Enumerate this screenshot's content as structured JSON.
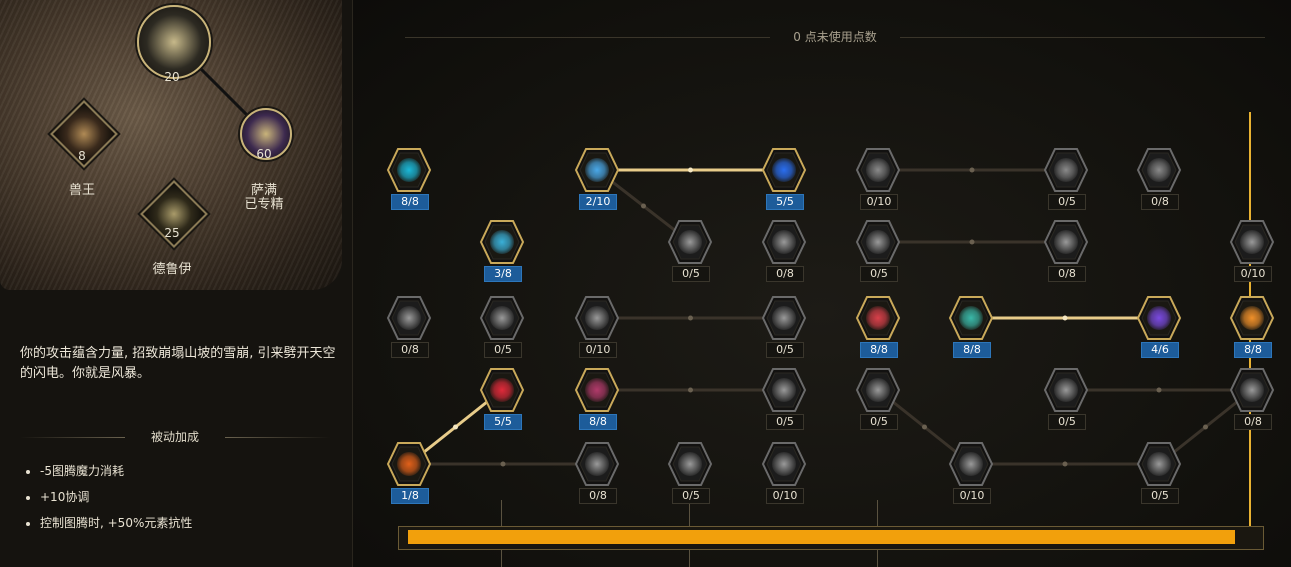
{
  "header": {
    "unused_points": "0 点未使用点数"
  },
  "classes": [
    {
      "name": "",
      "level": "20",
      "color": "#2d2a22",
      "accent": "#c7b98a",
      "icon": "antler-skull-icon"
    },
    {
      "name": "兽王",
      "level": "8",
      "color": "#3a2a1c",
      "accent": "#b08a55",
      "icon": "beastmaster-icon"
    },
    {
      "name": "萨满",
      "sub": "已专精",
      "level": "60",
      "color": "#3d2a4f",
      "accent": "#c9b47a",
      "icon": "shaman-storm-icon"
    },
    {
      "name": "德鲁伊",
      "level": "25",
      "color": "#2f2a1a",
      "accent": "#a99b6a",
      "icon": "druid-icon"
    }
  ],
  "skill": {
    "description": "你的攻击蕴含力量, 招致崩塌山坡的雪崩, 引来劈开天空的闪电。你就是风暴。",
    "passive_title": "被动加成",
    "passives": [
      "-5图腾魔力消耗",
      "+10协调",
      "控制图腾时, +50%元素抗性"
    ]
  },
  "nodes": [
    {
      "id": "n1",
      "rank": "8/8",
      "active": true,
      "col": 0,
      "row": 0,
      "color": "#1bb8d8",
      "icon": "cyan-pillar-icon"
    },
    {
      "id": "n2",
      "rank": "2/10",
      "active": true,
      "col": 2,
      "row": 0,
      "color": "#4aa8e8",
      "icon": "ice-shards-icon"
    },
    {
      "id": "n3",
      "rank": "5/5",
      "active": true,
      "col": 4,
      "row": 0,
      "color": "#2a6ef0",
      "icon": "blue-swirl-icon"
    },
    {
      "id": "n4",
      "rank": "0/10",
      "active": false,
      "col": 5,
      "row": 0,
      "color": "#8a8a8a",
      "icon": "claw-hand-icon"
    },
    {
      "id": "n5",
      "rank": "0/5",
      "active": false,
      "col": 7,
      "row": 0,
      "color": "#8a8a8a",
      "icon": "tornado-icon"
    },
    {
      "id": "n6",
      "rank": "0/8",
      "active": false,
      "col": 8,
      "row": 0,
      "color": "#8a8a8a",
      "icon": "raven-icon"
    },
    {
      "id": "n7",
      "rank": "3/8",
      "active": true,
      "col": 1,
      "row": 1,
      "color": "#3ab0d8",
      "icon": "blue-skull-icon"
    },
    {
      "id": "n8",
      "rank": "0/5",
      "active": false,
      "col": 3,
      "row": 1,
      "color": "#9a9a9a",
      "icon": "snowflake-icon"
    },
    {
      "id": "n9",
      "rank": "0/8",
      "active": false,
      "col": 4,
      "row": 1,
      "color": "#9a9a9a",
      "icon": "gear-snow-icon"
    },
    {
      "id": "n10",
      "rank": "0/5",
      "active": false,
      "col": 5,
      "row": 1,
      "color": "#9a9a9a",
      "icon": "rock-wall-icon"
    },
    {
      "id": "n11",
      "rank": "0/8",
      "active": false,
      "col": 7,
      "row": 1,
      "color": "#9a9a9a",
      "icon": "blades-icon"
    },
    {
      "id": "n12",
      "rank": "0/10",
      "active": false,
      "col": 9,
      "row": 1,
      "color": "#9a9a9a",
      "icon": "totem-icon"
    },
    {
      "id": "n13",
      "rank": "0/8",
      "active": false,
      "col": 0,
      "row": 2,
      "color": "#9a9a9a",
      "icon": "hammer-icon"
    },
    {
      "id": "n14",
      "rank": "0/5",
      "active": false,
      "col": 1,
      "row": 2,
      "color": "#9a9a9a",
      "icon": "spike-icon"
    },
    {
      "id": "n15",
      "rank": "0/10",
      "active": false,
      "col": 2,
      "row": 2,
      "color": "#9a9a9a",
      "icon": "slash-icon"
    },
    {
      "id": "n16",
      "rank": "0/5",
      "active": false,
      "col": 4,
      "row": 2,
      "color": "#9a9a9a",
      "icon": "crest-icon"
    },
    {
      "id": "n17",
      "rank": "8/8",
      "active": true,
      "col": 5,
      "row": 2,
      "color": "#d8404a",
      "icon": "red-arc-icon"
    },
    {
      "id": "n18",
      "rank": "8/8",
      "active": true,
      "col": 6,
      "row": 2,
      "color": "#3ab8a8",
      "icon": "teal-spirit-icon"
    },
    {
      "id": "n19",
      "rank": "4/6",
      "active": true,
      "col": 8,
      "row": 2,
      "color": "#7a4ae0",
      "icon": "purple-vortex-icon"
    },
    {
      "id": "n20",
      "rank": "8/8",
      "active": true,
      "col": 9,
      "row": 2,
      "color": "#f0902a",
      "icon": "flame-icon"
    },
    {
      "id": "n21",
      "rank": "5/5",
      "active": true,
      "col": 1,
      "row": 3,
      "color": "#e02a3a",
      "icon": "red-cylinder-icon"
    },
    {
      "id": "n22",
      "rank": "8/8",
      "active": true,
      "col": 2,
      "row": 3,
      "color": "#b03a6a",
      "icon": "crimson-mesh-icon"
    },
    {
      "id": "n23",
      "rank": "0/5",
      "active": false,
      "col": 4,
      "row": 3,
      "color": "#9a9a9a",
      "icon": "hood-icon"
    },
    {
      "id": "n24",
      "rank": "0/5",
      "active": false,
      "col": 5,
      "row": 3,
      "color": "#9a9a9a",
      "icon": "thorn-ring-icon"
    },
    {
      "id": "n25",
      "rank": "0/5",
      "active": false,
      "col": 7,
      "row": 3,
      "color": "#9a9a9a",
      "icon": "lightning-icon"
    },
    {
      "id": "n26",
      "rank": "0/8",
      "active": false,
      "col": 9,
      "row": 3,
      "color": "#9a9a9a",
      "icon": "burst-icon"
    },
    {
      "id": "n27",
      "rank": "1/8",
      "active": true,
      "col": 0,
      "row": 4,
      "color": "#e0601a",
      "icon": "fire-totem-icon"
    },
    {
      "id": "n28",
      "rank": "0/8",
      "active": false,
      "col": 2,
      "row": 4,
      "color": "#9a9a9a",
      "icon": "grey-totem-icon"
    },
    {
      "id": "n29",
      "rank": "0/5",
      "active": false,
      "col": 3,
      "row": 4,
      "color": "#9a9a9a",
      "icon": "arrows-up-icon"
    },
    {
      "id": "n30",
      "rank": "0/10",
      "active": false,
      "col": 4,
      "row": 4,
      "color": "#9a9a9a",
      "icon": "stone-icon"
    },
    {
      "id": "n31",
      "rank": "0/10",
      "active": false,
      "col": 6,
      "row": 4,
      "color": "#9a9a9a",
      "icon": "wraith-icon"
    },
    {
      "id": "n32",
      "rank": "0/5",
      "active": false,
      "col": 8,
      "row": 4,
      "color": "#9a9a9a",
      "icon": "wolf-icon"
    }
  ],
  "connections": [
    {
      "from": "n2",
      "to": "n3",
      "active": true
    },
    {
      "from": "n4",
      "to": "n5",
      "active": false
    },
    {
      "from": "n2",
      "to": "n8",
      "active": false
    },
    {
      "from": "n10",
      "to": "n11",
      "active": false
    },
    {
      "from": "n15",
      "to": "n16",
      "active": false
    },
    {
      "from": "n18",
      "to": "n19",
      "active": true
    },
    {
      "from": "n22",
      "to": "n23",
      "active": false
    },
    {
      "from": "n25",
      "to": "n26",
      "active": false
    },
    {
      "from": "n24",
      "to": "n31",
      "active": false
    },
    {
      "from": "n27",
      "to": "n21",
      "active": true
    },
    {
      "from": "n27",
      "to": "n28",
      "active": false
    },
    {
      "from": "n31",
      "to": "n32",
      "active": false
    },
    {
      "from": "n32",
      "to": "n26",
      "active": false
    }
  ],
  "progress": {
    "fraction": 0.98
  }
}
